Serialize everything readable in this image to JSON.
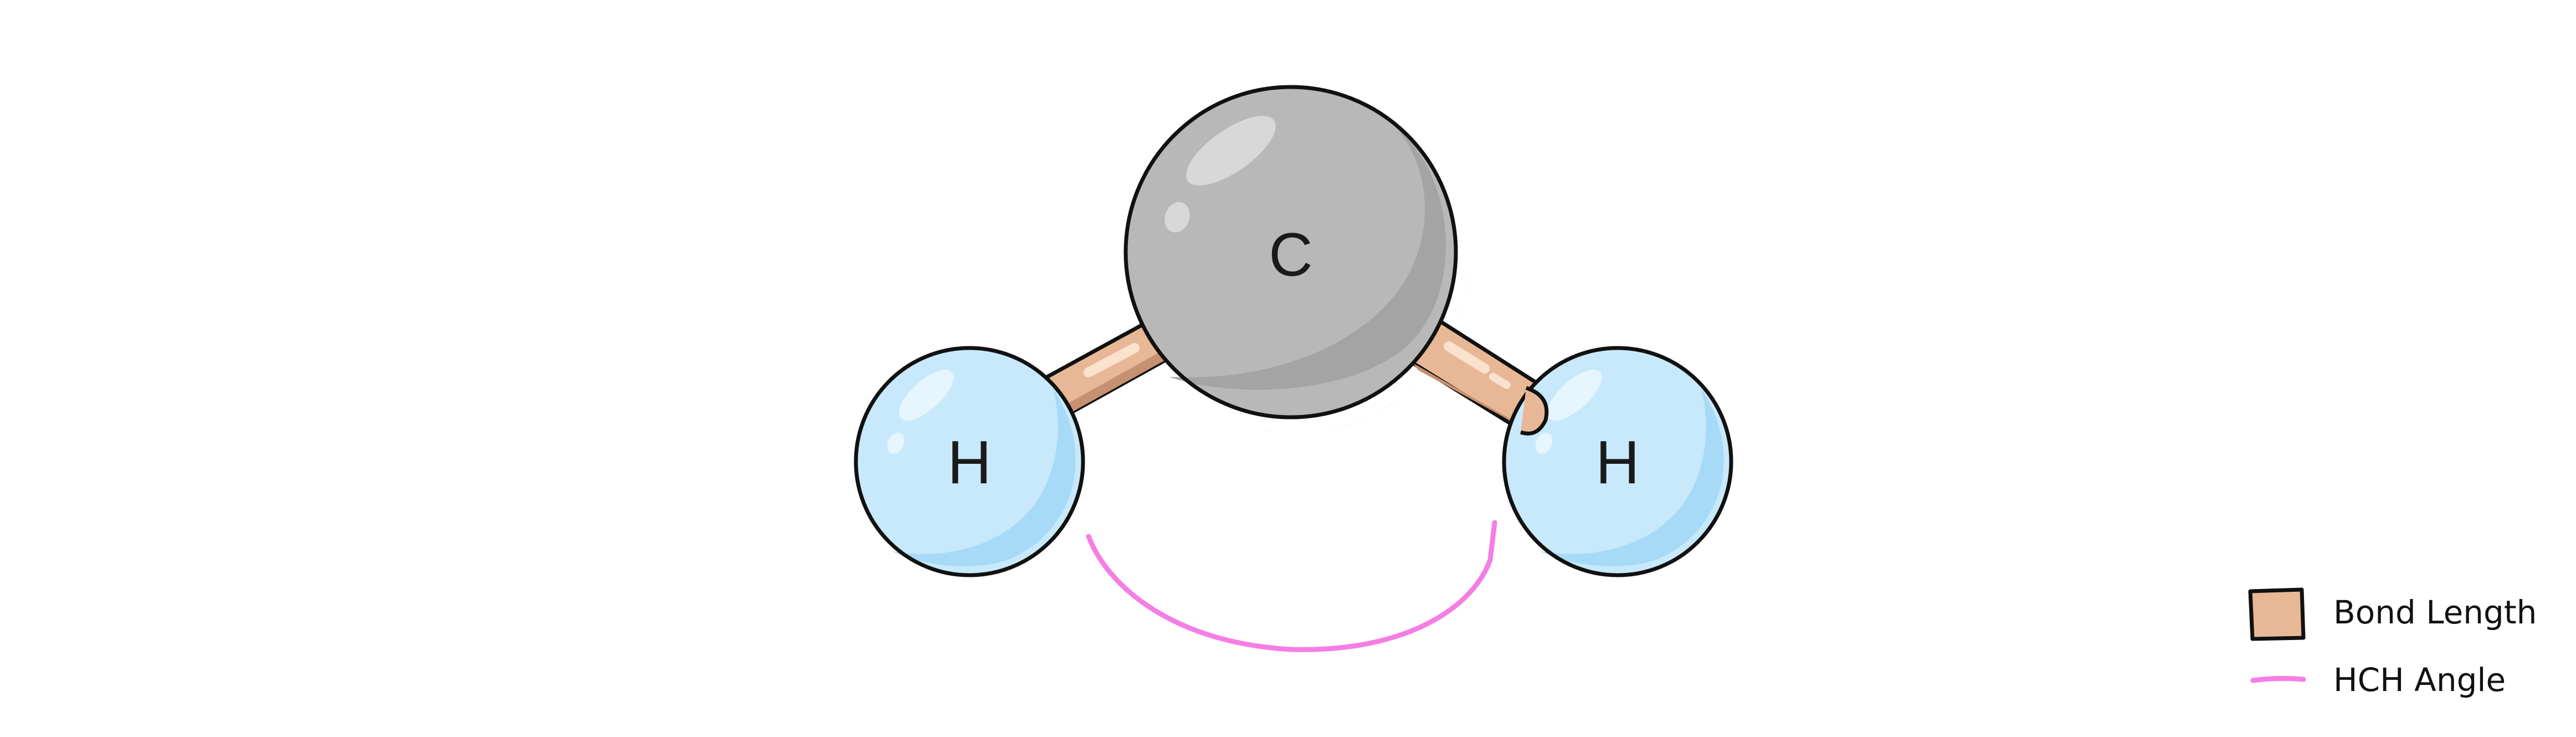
{
  "molecule": {
    "atoms": [
      {
        "id": "carbon",
        "label": "C"
      },
      {
        "id": "hydrogen-left",
        "label": "H"
      },
      {
        "id": "hydrogen-right",
        "label": "H"
      }
    ]
  },
  "legend": {
    "bond_length_label": "Bond Length",
    "angle_label": "HCH Angle"
  },
  "colors": {
    "carbon": "#b9b8b9",
    "carbon_shadow": "#a5a4a5",
    "hydrogen": "#c8e9fb",
    "hydrogen_shadow": "#a6daf6",
    "bond": "#e8b896",
    "bond_shadow": "#c59170",
    "angle_arc": "#f57ee4",
    "outline": "#111111"
  }
}
